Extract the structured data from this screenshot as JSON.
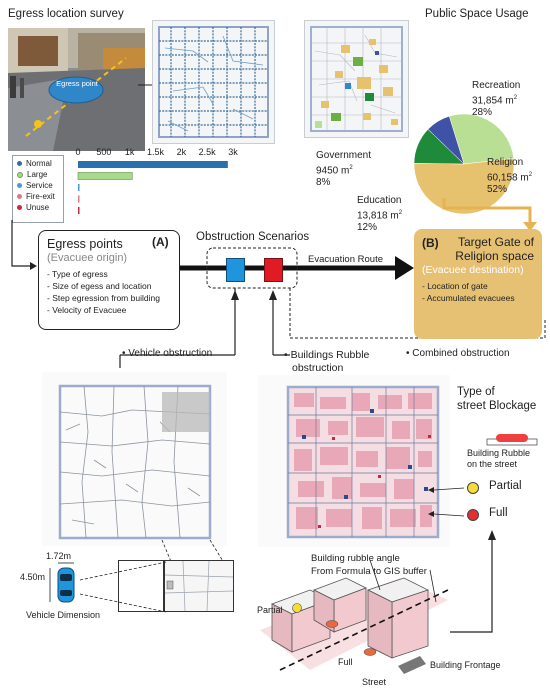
{
  "survey": {
    "title": "Egress location survey",
    "point_label": "Egress point"
  },
  "public_space": {
    "title": "Public Space Usage",
    "slices": [
      {
        "name": "Recreation",
        "area": "31,854 m",
        "sup": "2",
        "percent": "28%",
        "value": 28,
        "color": "#b9df95"
      },
      {
        "name": "Religion",
        "area": "60,158 m",
        "sup": "2",
        "percent": "52%",
        "value": 52,
        "color": "#e7c26e"
      },
      {
        "name": "Education",
        "area": "13,818 m",
        "sup": "2",
        "percent": "12%",
        "value": 12,
        "color": "#1f8a3a"
      },
      {
        "name": "Government",
        "area": "9450 m",
        "sup": "2",
        "percent": "8%",
        "value": 8,
        "color": "#3f52a6"
      }
    ]
  },
  "chart_data": {
    "type": "bar",
    "categories": [
      "Normal",
      "Large",
      "Service",
      "Fire-exit",
      "Unuse"
    ],
    "values": [
      2900,
      1050,
      20,
      20,
      15
    ],
    "xlim": [
      0,
      3000
    ],
    "x_ticks": [
      "0",
      "500",
      "1k",
      "1.5k",
      "2k",
      "2.5k",
      "3k"
    ],
    "bar_colors": [
      "#2a6fb0",
      "#a9d98a",
      "#4a9bd1",
      "#d87c84",
      "#c9283d"
    ],
    "title": "",
    "xlabel": "",
    "ylabel": ""
  },
  "egress_box": {
    "title": "Egress points",
    "marker": "(A)",
    "subtitle": "(Evacuee origin)",
    "items": [
      "Type of egress",
      "Size of egess and location",
      "Step egression from building",
      "Velocity of Evacuee"
    ]
  },
  "scenarios": {
    "title": "Obstruction Scenarios",
    "route_label": "Evacuation Route"
  },
  "target_box": {
    "marker": "(B)",
    "title_line1": "Target Gate of",
    "title_line2": "Religion space",
    "subtitle": "(Evacuee destination)",
    "items": [
      "Location of gate",
      "Accumulated evacuees"
    ]
  },
  "obstructions": {
    "vehicle": "Vehicle obstruction",
    "rubble_line1": "Buildings Rubble",
    "rubble_line2": "obstruction",
    "combined": "Combined obstruction"
  },
  "blockage": {
    "title_line1": "Type of",
    "title_line2": "street Blockage",
    "rubble_legend_line1": "Building Rubble",
    "rubble_legend_line2": "on the street",
    "partial": "Partial",
    "full": "Full"
  },
  "vehicle": {
    "width": "1.72m",
    "length": "4.50m",
    "caption": "Vehicle Dimension"
  },
  "rubble_diagram": {
    "angle_label": "Building rubble angle",
    "buffer_label": "From Formula to GIS buffer",
    "partial": "Partial",
    "full": "Full",
    "street": "Street",
    "frontage": "Building Frontage"
  }
}
